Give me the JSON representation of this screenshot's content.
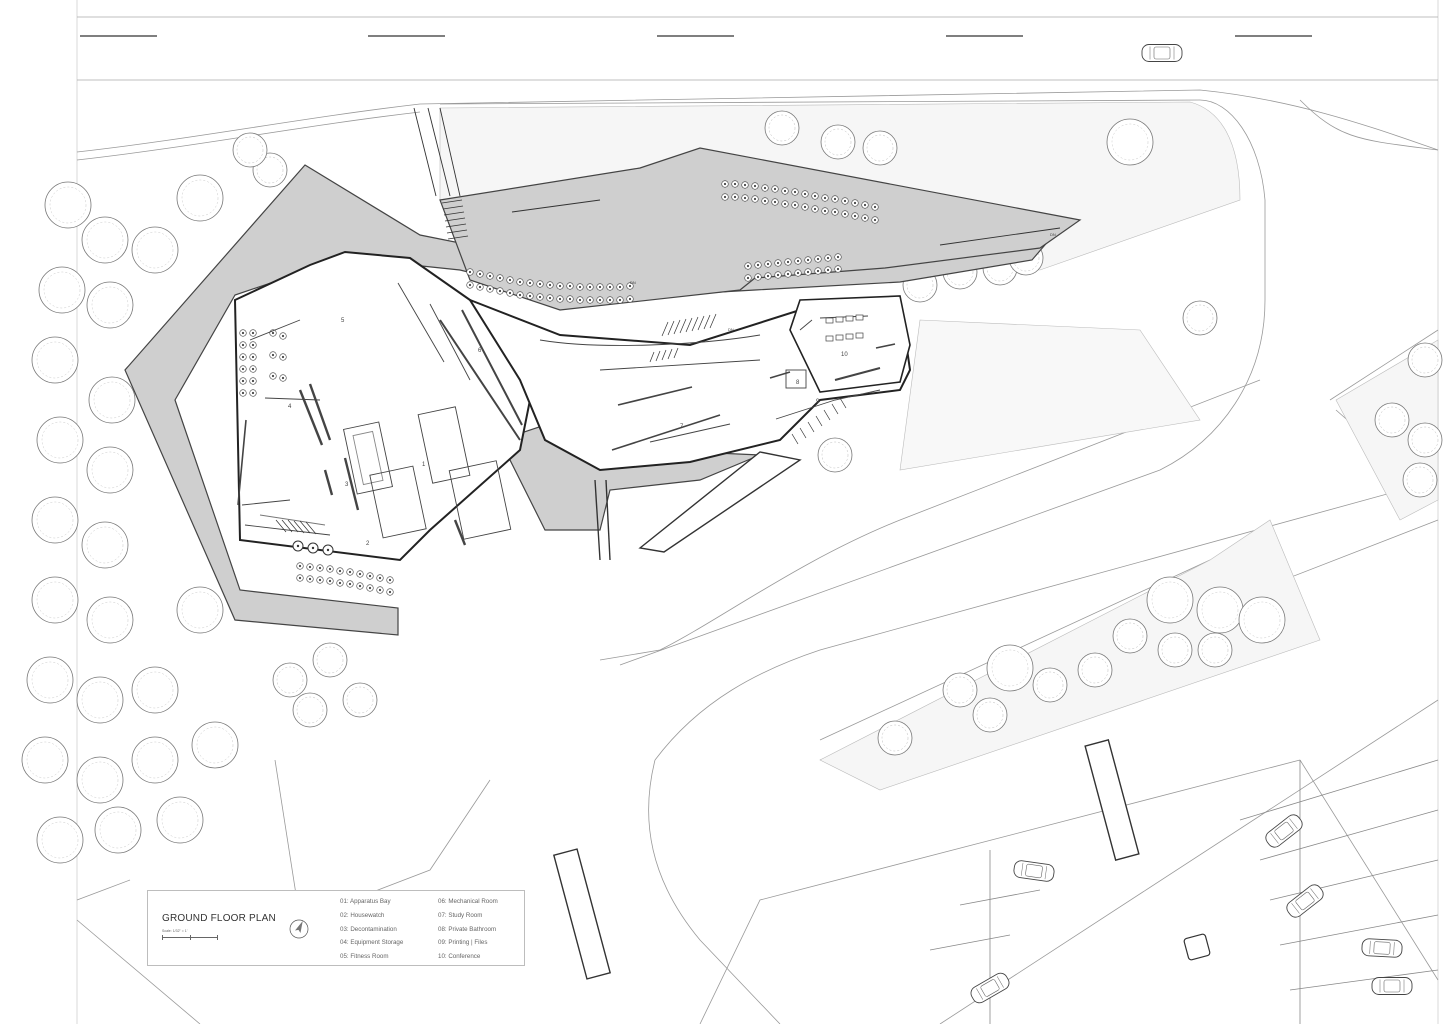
{
  "drawing": {
    "title": "GROUND FLOOR PLAN",
    "scale_note": "Scale: 1/32\" = 1'",
    "scale_marks": [
      "0",
      "",
      "16"
    ]
  },
  "rooms": [
    {
      "number": "1",
      "name": "Apparatus Bay"
    },
    {
      "number": "2",
      "name": "Housewatch"
    },
    {
      "number": "3",
      "name": "Decontamination"
    },
    {
      "number": "4",
      "name": "Equipment Storage"
    },
    {
      "number": "5",
      "name": "Fitness Room"
    },
    {
      "number": "6",
      "name": "Mechanical Room"
    },
    {
      "number": "7",
      "name": "Study Room"
    },
    {
      "number": "8",
      "name": "Private Bathroom"
    },
    {
      "number": "9",
      "name": "Printing | Files"
    },
    {
      "number": "10",
      "name": "Conference"
    }
  ],
  "legend": [
    [
      "01: Apparatus Bay",
      "02: Housewatch",
      "03: Decontamination",
      "04: Equipment Storage",
      "05: Fitness Room"
    ],
    [
      "06: Mechanical Room",
      "07: Study Room",
      "08: Private Bathroom",
      "09: Printing | Files",
      "10: Conference"
    ]
  ],
  "plan_labels": {
    "dn": "DN"
  },
  "colors": {
    "plaza": "#cfcfcf",
    "line": "#333333",
    "thin_line": "#9a9a9a",
    "background": "#ffffff"
  }
}
